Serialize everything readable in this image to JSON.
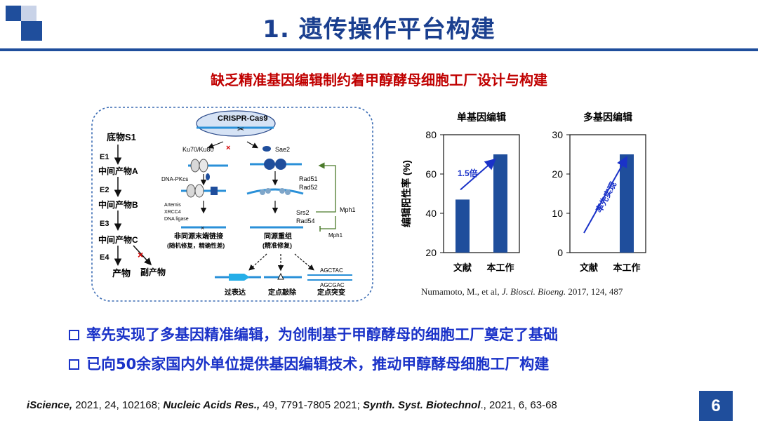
{
  "slide": {
    "title": "1. 遗传操作平台构建",
    "subtitle": "缺乏精准基因编辑制约着甲醇酵母细胞工厂设计与构建",
    "page_number": "6"
  },
  "diagram": {
    "crispr_label": "CRISPR-Cas9",
    "pathway": [
      "底物S1",
      "E1",
      "中间产物A",
      "E2",
      "中间产物B",
      "E3",
      "中间产物C",
      "E4",
      "产物",
      "副产物"
    ],
    "ku_label": "Ku70/Ku80",
    "sae_label": "Sae2",
    "dnapk_label": "DNA-PKcs",
    "artemis_labels": [
      "Artemis",
      "XRCC4",
      "DNA ligase"
    ],
    "rad_labels": [
      "Rad51",
      "Rad52"
    ],
    "srs_labels": [
      "Srs2",
      "Rad54"
    ],
    "mph1_label": "Mph1",
    "nhej_label": "非同源末端链接",
    "nhej_sub": "(随机修复，精确性差)",
    "hr_label": "同源重组",
    "hr_sub": "(精准修复)",
    "outcomes": [
      "过表达",
      "定点敲除",
      "定点突变"
    ],
    "seq_top": "AGCTAC",
    "seq_bottom": "AGCGAC"
  },
  "chart_data": [
    {
      "type": "bar",
      "title": "单基因编辑",
      "categories": [
        "文献",
        "本工作"
      ],
      "values": [
        47,
        70
      ],
      "ylabel": "编辑阳性率 (%)",
      "ylim": [
        20,
        80
      ],
      "yticks": [
        20,
        40,
        60,
        80
      ],
      "annotation": "1.5倍",
      "color": "#1f4e9c"
    },
    {
      "type": "bar",
      "title": "多基因编辑",
      "categories": [
        "文献",
        "本工作"
      ],
      "values": [
        0,
        25
      ],
      "ylim": [
        0,
        30
      ],
      "yticks": [
        0,
        10,
        20,
        30
      ],
      "annotation": "率先实现",
      "color": "#1f4e9c"
    }
  ],
  "citation": {
    "authors": "Numamoto, M., et al, ",
    "journal": "J. Biosci. Bioeng.",
    "details": " 2017, 124, 487"
  },
  "bullets": [
    "率先实现了多基因精准编辑，为创制基于甲醇酵母的细胞工厂奠定了基础",
    "已向50余家国内外单位提供基因编辑技术，推动甲醇酵母细胞工厂构建"
  ],
  "references": {
    "r1_journal": "iScience,",
    "r1_details": " 2021, 24, 102168; ",
    "r2_journal": "Nucleic Acids Res.,",
    "r2_details": " 49, 7791-7805 2021; ",
    "r3_journal": "Synth. Syst. Biotechnol",
    "r3_details": "., 2021, 6, 63-68"
  }
}
